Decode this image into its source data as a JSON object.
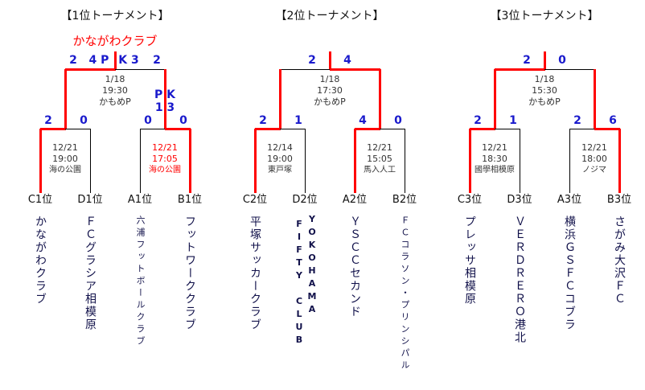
{
  "colors": {
    "win_line": "#ff0000",
    "line": "#000000",
    "score": "#1a1acc"
  },
  "tournaments": [
    {
      "title": "【1位トーナメント】",
      "champion": "かながわクラブ",
      "final": {
        "scores": [
          "2",
          "2"
        ],
        "pk_label_left": "4 P",
        "pk_label_right": "K 3",
        "winner": 0,
        "date": "1/18",
        "time": "19:30",
        "venue": "かもめP"
      },
      "semis": [
        {
          "scores": [
            "2",
            "0"
          ],
          "winner": 0,
          "date": "12/21",
          "time": "19:00",
          "venue": "海の公園",
          "highlight": false
        },
        {
          "scores": [
            "0",
            "0"
          ],
          "winner": 1,
          "pk_top": "P K",
          "pk_bottom": "1 3",
          "date": "12/21",
          "time": "17:05",
          "venue": "海の公園",
          "highlight": true
        }
      ],
      "seeds": [
        "C1位",
        "D1位",
        "A1位",
        "B1位"
      ],
      "teams": [
        "かながわクラブ",
        "ＦＣグラシア相模原",
        "六浦フットボールクラブ",
        "フットワーククラブ"
      ]
    },
    {
      "title": "【2位トーナメント】",
      "final": {
        "scores": [
          "2",
          "4"
        ],
        "winner": 1,
        "date": "1/18",
        "time": "17:30",
        "venue": "かもめP"
      },
      "semis": [
        {
          "scores": [
            "2",
            "1"
          ],
          "winner": 0,
          "date": "12/14",
          "time": "19:00",
          "venue": "東戸塚",
          "highlight": false
        },
        {
          "scores": [
            "4",
            "0"
          ],
          "winner": 0,
          "date": "12/21",
          "time": "15:05",
          "venue": "馬入人工",
          "highlight": false
        }
      ],
      "seeds": [
        "C2位",
        "D2位",
        "A2位",
        "B2位"
      ],
      "teams": [
        "平塚サッカークラブ",
        "FIFTY CLUB",
        "ＹＳＣＣセカンド",
        "ＦＣコラソン・プリンシパル"
      ],
      "team_d_second_line": "YOKOHAMA"
    },
    {
      "title": "【3位トーナメント】",
      "final": {
        "scores": [
          "2",
          "0"
        ],
        "winner": 0,
        "date": "1/18",
        "time": "15:30",
        "venue": "かもめP"
      },
      "semis": [
        {
          "scores": [
            "2",
            "1"
          ],
          "winner": 0,
          "date": "12/21",
          "time": "18:30",
          "venue": "國學相模原",
          "highlight": false
        },
        {
          "scores": [
            "2",
            "6"
          ],
          "winner": 1,
          "date": "12/21",
          "time": "18:00",
          "venue": "ノジマ",
          "highlight": false
        }
      ],
      "seeds": [
        "C3位",
        "D3位",
        "A3位",
        "B3位"
      ],
      "teams": [
        "プレッサ相模原",
        "ＶＥＲＤＲＥＲＯ港北",
        "横浜ＧＳＦＣコブラ",
        "さがみ大沢ＦＣ"
      ]
    }
  ]
}
